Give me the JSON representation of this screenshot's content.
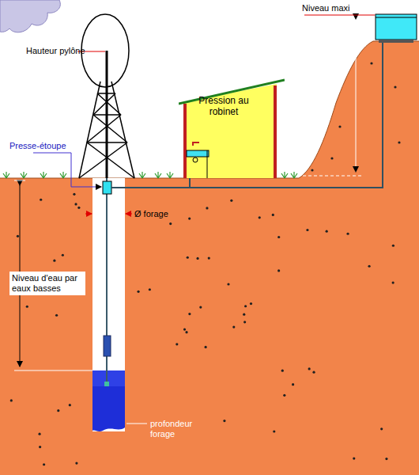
{
  "diagram": {
    "nodes": [
      {
        "text": [
          "Pression au robinet"
        ]
      }
    ],
    "labels": [
      "Niveau maxi",
      "Hauteur pylône",
      "Presse-étoupe",
      "Ø forage",
      "Niveau d'eau par eaux basses",
      "profondeur forage"
    ]
  }
}
